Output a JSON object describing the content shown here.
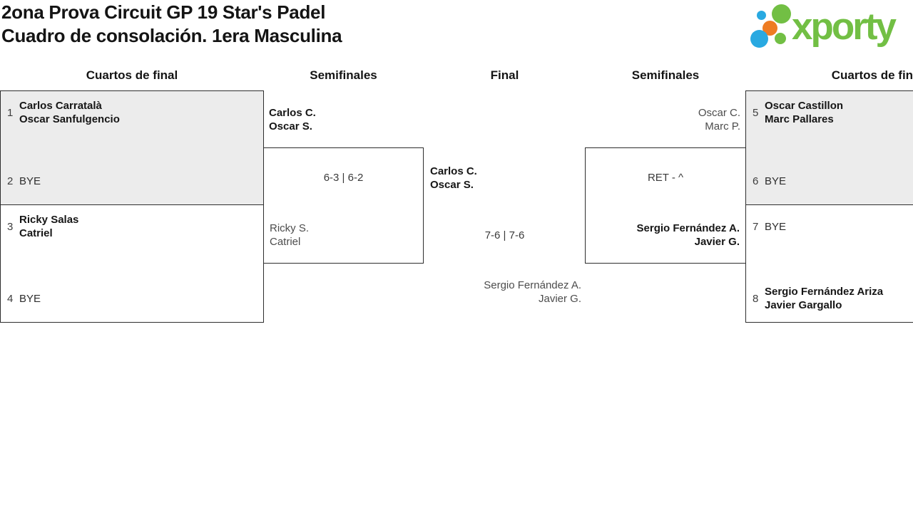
{
  "header": {
    "title_line1": "2ona Prova Circuit GP 19 Star's Padel",
    "title_line2": "Cuadro de consolación. 1era Masculina"
  },
  "logo": {
    "text": "xporty",
    "colors": {
      "green": "#72bf44",
      "blue": "#29a9e1",
      "orange": "#ee7c23"
    }
  },
  "round_labels": {
    "left_qf": "Cuartos de final",
    "left_sf": "Semifinales",
    "final": "Final",
    "right_sf": "Semifinales",
    "right_qf": "Cuartos de final"
  },
  "bracket": {
    "qf1": {
      "seed_top": "1",
      "team_top_1": "Carlos Carratalà",
      "team_top_2": "Oscar Sanfulgencio",
      "seed_bottom": "2",
      "team_bottom_1": "BYE"
    },
    "qf2": {
      "seed_top": "3",
      "team_top_1": "Ricky Salas",
      "team_top_2": "Catriel",
      "seed_bottom": "4",
      "team_bottom_1": "BYE"
    },
    "sf_left": {
      "advancer_1": "Carlos C.",
      "advancer_2": "Oscar S.",
      "score": "6-3 | 6-2",
      "opponent_1": "Ricky S.",
      "opponent_2": "Catriel"
    },
    "final": {
      "team_left_1": "Carlos C.",
      "team_left_2": "Oscar S.",
      "score": "7-6 | 7-6",
      "team_right_1": "Sergio Fernández A.",
      "team_right_2": "Javier G."
    },
    "sf_right": {
      "opponent_1": "Oscar C.",
      "opponent_2": "Marc P.",
      "score": "RET - ^",
      "advancer_1": "Sergio Fernández A.",
      "advancer_2": "Javier G."
    },
    "qf3": {
      "seed_top": "5",
      "team_top_1": "Oscar Castillon",
      "team_top_2": "Marc Pallares",
      "seed_bottom": "6",
      "team_bottom_1": "BYE"
    },
    "qf4": {
      "seed_top": "7",
      "team_top_1": "BYE",
      "seed_bottom": "8",
      "team_bottom_1": "Sergio Fernández Ariza",
      "team_bottom_2": "Javier Gargallo"
    }
  },
  "ui_colors": {
    "box_shaded": "#ececec",
    "box_border": "#2d2d2d",
    "winner_text": "#161616",
    "loser_text": "#4c4c4c"
  }
}
